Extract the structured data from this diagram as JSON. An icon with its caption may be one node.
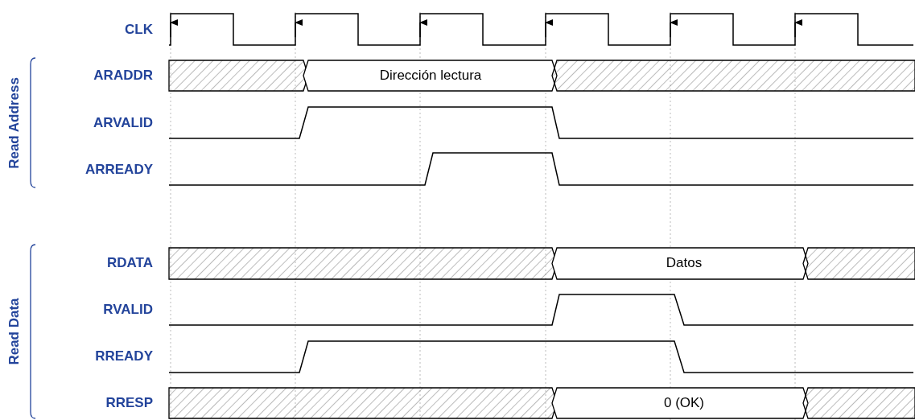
{
  "diagram": {
    "labels": [
      "CLK",
      "Read Address",
      "ARADDR",
      "Dirección lectura",
      "ARVALID",
      "ARREADY",
      "Read Data",
      "RDATA",
      "Datos",
      "RVALID",
      "RREADY",
      "RRESP",
      "0 (OK)"
    ]
  }
}
